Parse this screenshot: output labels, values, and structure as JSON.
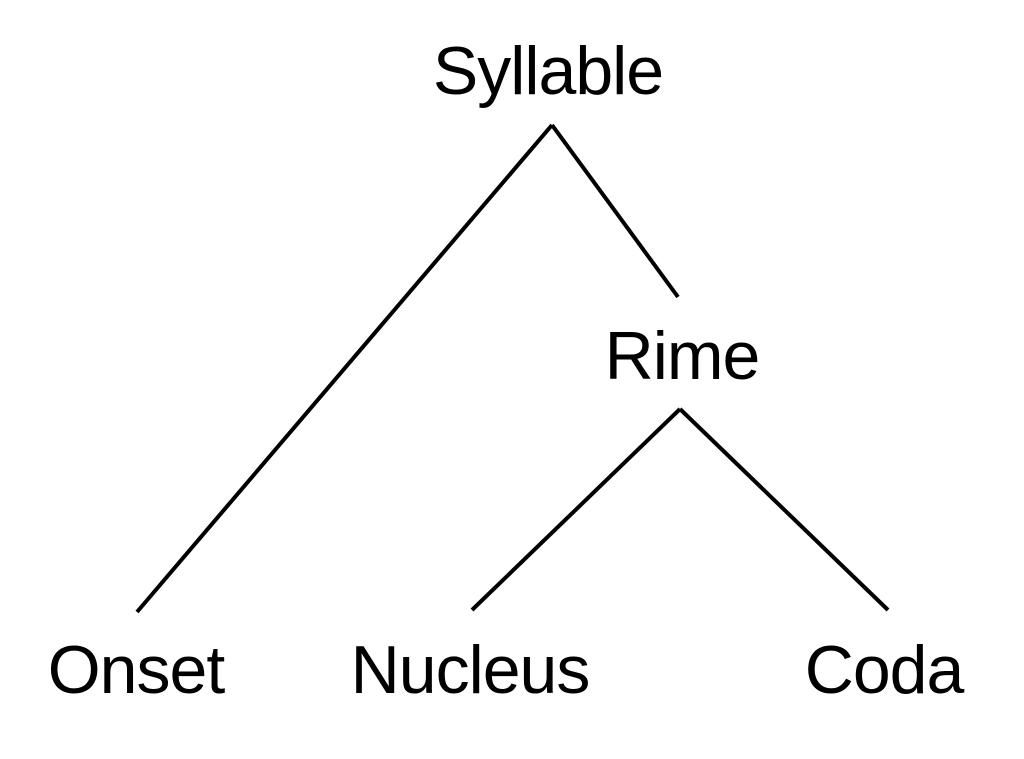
{
  "diagram": {
    "type": "tree",
    "description": "Syllable structure tree diagram",
    "colors": {
      "background": "#ffffff",
      "line": "#000000",
      "text": "#000000"
    },
    "nodes": {
      "syllable": {
        "label": "Syllable",
        "level": 0
      },
      "onset": {
        "label": "Onset",
        "level": 2
      },
      "rime": {
        "label": "Rime",
        "level": 1
      },
      "nucleus": {
        "label": "Nucleus",
        "level": 2
      },
      "coda": {
        "label": "Coda",
        "level": 2
      }
    },
    "edges": [
      {
        "from": "syllable",
        "to": "onset"
      },
      {
        "from": "syllable",
        "to": "rime"
      },
      {
        "from": "rime",
        "to": "nucleus"
      },
      {
        "from": "rime",
        "to": "coda"
      }
    ]
  }
}
